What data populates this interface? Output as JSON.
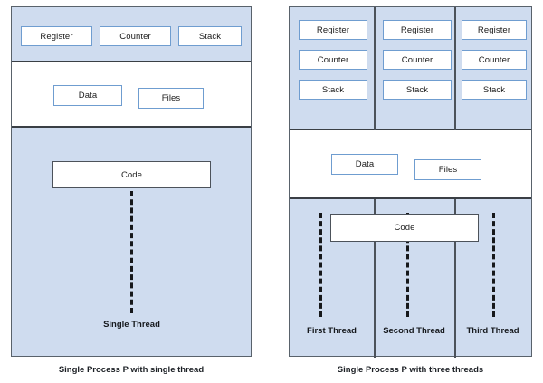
{
  "diagram": {
    "title": "Process memory layout: single-threaded vs multi-threaded process",
    "colors": {
      "panel_fill": "#cfdcef",
      "panel_border": "#59626b",
      "band_white": "#ffffff",
      "box_border_blue": "#6f9dd0",
      "box_border_dark": "#4c525a",
      "separator": "#3a3f45",
      "thread_line": "#16181b",
      "text": "#1b1b1b",
      "background": "#ffffff"
    }
  },
  "left_panel": {
    "caption": "Single Process P with single thread",
    "thread_band": {
      "boxes": [
        {
          "label": "Register"
        },
        {
          "label": "Counter"
        },
        {
          "label": "Stack"
        }
      ]
    },
    "shared_band": {
      "boxes": [
        {
          "label": "Data"
        },
        {
          "label": "Files"
        }
      ]
    },
    "code_band": {
      "code_label": "Code",
      "thread_label": "Single Thread"
    }
  },
  "right_panel": {
    "caption": "Single Process P with three threads",
    "thread_band": {
      "columns": [
        {
          "boxes": [
            {
              "label": "Register"
            },
            {
              "label": "Counter"
            },
            {
              "label": "Stack"
            }
          ]
        },
        {
          "boxes": [
            {
              "label": "Register"
            },
            {
              "label": "Counter"
            },
            {
              "label": "Stack"
            }
          ]
        },
        {
          "boxes": [
            {
              "label": "Register"
            },
            {
              "label": "Counter"
            },
            {
              "label": "Stack"
            }
          ]
        }
      ]
    },
    "shared_band": {
      "boxes": [
        {
          "label": "Data"
        },
        {
          "label": "Files"
        }
      ]
    },
    "code_band": {
      "code_label": "Code",
      "thread_labels": [
        "First Thread",
        "Second Thread",
        "Third Thread"
      ]
    }
  }
}
